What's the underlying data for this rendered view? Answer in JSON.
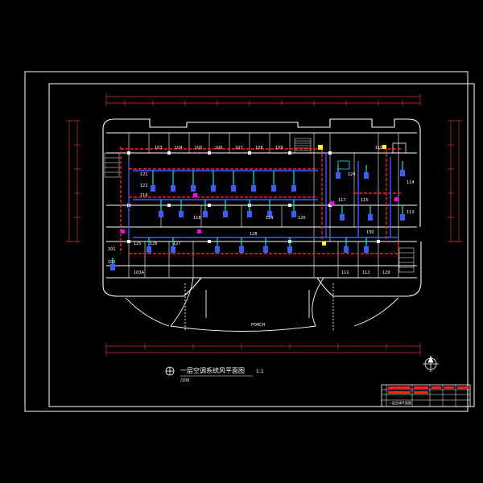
{
  "drawing": {
    "title": "一层空调系统风平面图",
    "scale_label": "1:1",
    "scale_sub": "/100",
    "portico_label": "PORCH"
  },
  "rooms": {
    "top_row": [
      "103",
      "104",
      "105",
      "106",
      "107",
      "108",
      "109",
      "110"
    ],
    "mid_left": [
      "121",
      "122",
      "116"
    ],
    "center": [
      "118",
      "119",
      "120"
    ],
    "right": [
      "124",
      "117",
      "115",
      "114",
      "113"
    ],
    "lower_left": [
      "101",
      "102",
      "103A",
      "127",
      "126",
      "125"
    ],
    "lower_center": [
      "128"
    ],
    "lower_right": [
      "111",
      "112",
      "129",
      "130"
    ]
  },
  "title_block": {
    "rows": [
      "一层空调平面图"
    ]
  },
  "colors": {
    "background": "#000000",
    "frame": "#ffffff",
    "walls": "#ffffff",
    "duct_red": "#ff2020",
    "duct_blue": "#3a5cff",
    "cyan": "#00e5ff",
    "magenta": "#ff00ff",
    "yellow": "#ffff00",
    "dim_red": "#e03030"
  }
}
